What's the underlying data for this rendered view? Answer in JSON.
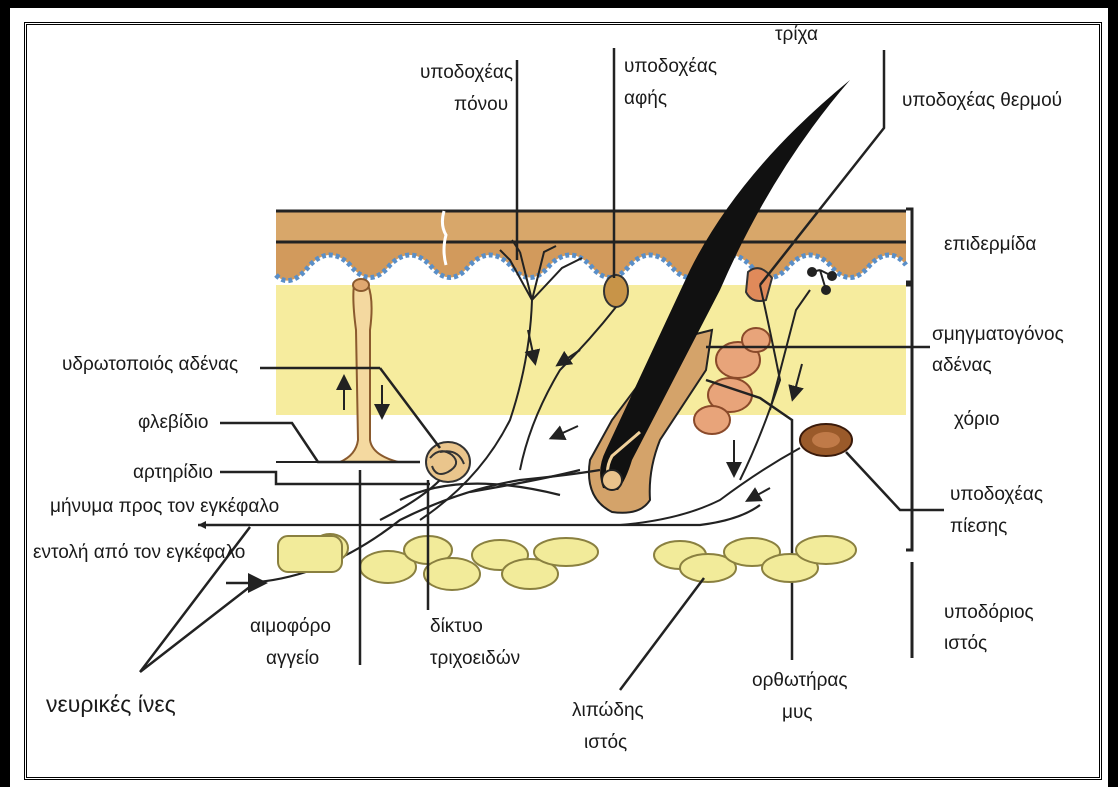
{
  "labels": {
    "pain_receptor": [
      "υποδοχέας",
      "πόνου"
    ],
    "touch_receptor": [
      "υποδοχέας",
      "αφής"
    ],
    "hair": "τρίχα",
    "heat_receptor": "υποδοχέας θερμού",
    "epidermis": "επιδερμίδα",
    "sebaceous_gland": [
      "σμηγματογόνος",
      "αδένας"
    ],
    "dermis": "χόριο",
    "pressure_receptor": [
      "υποδοχέας",
      "πίεσης"
    ],
    "subcutaneous": [
      "υποδόριος",
      "ιστός"
    ],
    "sweat_gland": "υδρωτοποιός αδένας",
    "venule": "φλεβίδιο",
    "arteriole": "αρτηρίδιο",
    "message_to_brain": "μήνυμα προς τον εγκέφαλο",
    "command_from_brain": "εντολή από τον εγκέφαλο",
    "nerve_fibers": "νευρικές ίνες",
    "blood_vessel": [
      "αιμοφόρο",
      "αγγείο"
    ],
    "capillary_network": [
      "δίκτυο",
      "τριχοειδών"
    ],
    "adipose_tissue": [
      "λιπώδης",
      "ιστός"
    ],
    "arrector_muscle": [
      "ορθωτήρας",
      "μυς"
    ]
  }
}
